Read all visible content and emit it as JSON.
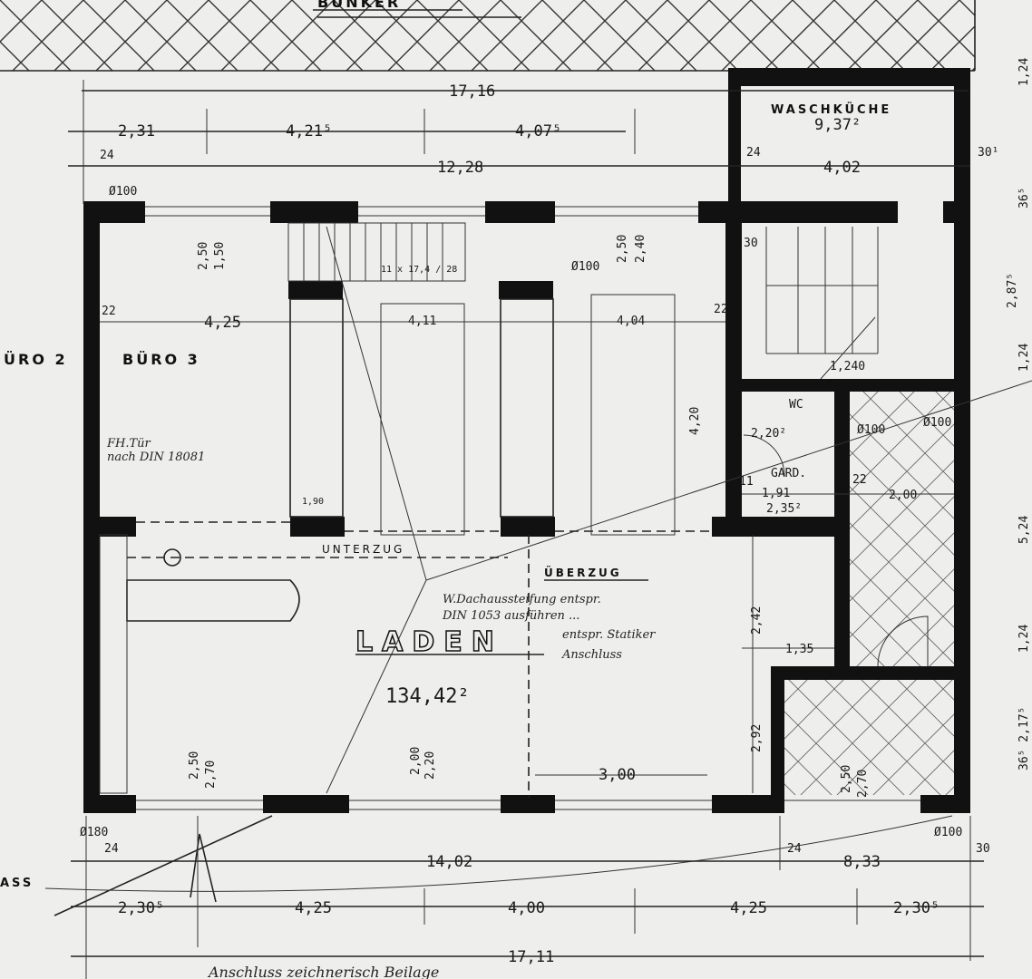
{
  "rooms": {
    "bunker": "BUNKER",
    "waschkueche": "WASCHKÜCHE",
    "waschkueche_area": "9,37²",
    "buero2": "ÜRO 2",
    "buero3": "BÜRO 3",
    "laden": "LADEN",
    "laden_area": "134,42²",
    "wc": "WC",
    "wc_area": "2,20²",
    "garderobe": "GARD.",
    "garderobe_area": "2,35²"
  },
  "annotations": {
    "unterzug": "UNTERZUG",
    "ueberzug": "ÜBERZUG",
    "fh_door_line1": "FH.Tür",
    "fh_door_line2": "nach DIN 18081",
    "laden_note_line1": "W.Dachaussteifung entspr.",
    "laden_note_line2": "DIN 1053 ausführen ... ",
    "laden_note_line3": "entspr. Statiker",
    "laden_note_line4": "Anschluss",
    "bottom_note": "Anschluss zeichnerisch Beilage",
    "left_label": "ASS"
  },
  "dimensions": {
    "top_total": "17,16",
    "top_seg1": "2,31",
    "top_seg2": "4,21⁵",
    "top_seg3": "4,07⁵",
    "top_inner": "12,28",
    "top_wasch": "4,02",
    "wall_24a": "24",
    "wall_24b": "24",
    "wall_30": "30",
    "wall_22a": "22",
    "wall_22b": "22",
    "wall_22c": "22",
    "right_30_1": "30¹",
    "phi_top": "Ø100",
    "phi_pillar": "Ø100",
    "window_250_150": [
      "2,50",
      "1,50"
    ],
    "window_250_240": [
      "2,50",
      "2,40"
    ],
    "stair_dims": "11 x 17,4 / 28",
    "buero3_width": "4,25",
    "mid_411": "4,11",
    "mid_404": "4,04",
    "vert_420": "4,20",
    "wc_1240": "1,240",
    "gard_191": "1,91",
    "gard_11": "11",
    "corr_200": "2,00",
    "phi_100_a": "Ø100",
    "phi_100_b": "Ø100",
    "col_190": "1,90",
    "vert_242": "2,42",
    "vert_292": "2,92",
    "corr_135": "1,35",
    "laden_300": "3,00",
    "bottom_win1": [
      "2,50",
      "2,70"
    ],
    "bottom_win2": [
      "2,00",
      "2,20"
    ],
    "bottom_win3": [
      "2,50",
      "2,70"
    ],
    "phi_180": "Ø180",
    "phi_100_bottom": "Ø100",
    "bottom_24": "24",
    "bottom_24b": "24",
    "bottom_30": "30",
    "bottom_main": "14,02",
    "bottom_right": "8,33",
    "bottom_seg1": "2,30⁵",
    "bottom_seg2": "4,25",
    "bottom_seg3": "4,00",
    "bottom_seg4": "4,25",
    "bottom_seg5": "2,30⁵",
    "bottom_total": "17,11",
    "right_124": "1,24",
    "right_365": "36⁵",
    "right_287": "2,87⁵",
    "right_124b": "1,24",
    "right_124c": "1,24",
    "right_3625": "36⁵ 2,17⁵",
    "right_524": "5,24"
  },
  "colors": {
    "ink": "#111111",
    "paper": "#eeeeec"
  }
}
